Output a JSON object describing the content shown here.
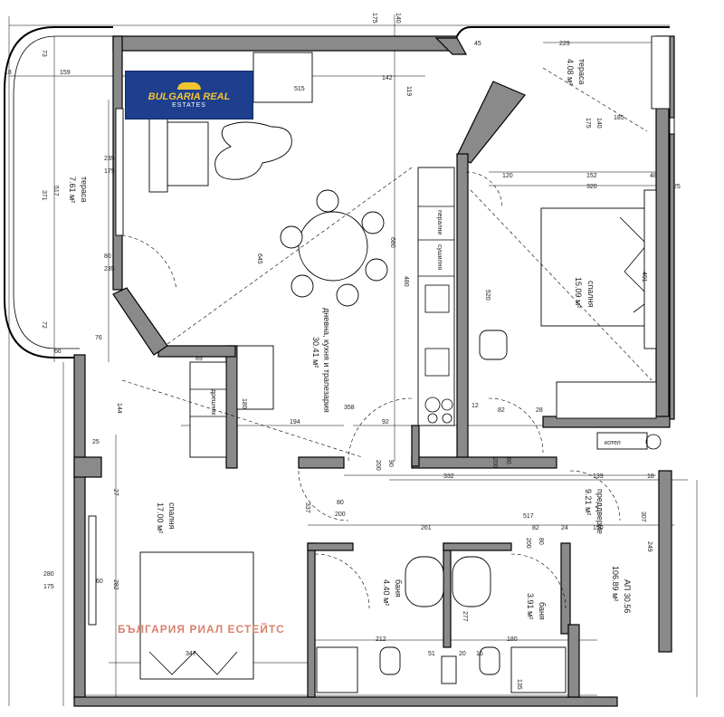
{
  "logo": {
    "line1": "BULGARIA REAL",
    "line2": "ESTATES"
  },
  "watermark": "БЪЛГАРИЯ РИАЛ ЕСТЕЙТС",
  "rooms": {
    "living": {
      "name": "дневна, кухня и трапезария",
      "area": "30.41 м²"
    },
    "bedroom_top": {
      "name": "спалня",
      "area": "15.09 м²"
    },
    "bedroom_bottom": {
      "name": "спалня",
      "area": "17.00 м²"
    },
    "terrace_left": {
      "name": "тераса",
      "area": "7.61 м²"
    },
    "terrace_top": {
      "name": "тераса",
      "area": "4.08 м²"
    },
    "corridor": {
      "name": "преддверие",
      "area": "9.21 м²"
    },
    "bath1": {
      "name": "баня",
      "area": "4.40 м²"
    },
    "bath2": {
      "name": "баня",
      "area": "3.91 м²"
    },
    "apartment": {
      "name": "АП 30.56",
      "area": "106.89 м²"
    }
  },
  "labels": {
    "wardrobe": "дрешник",
    "pantry1": "перални",
    "pantry2": "сушилня",
    "boiler": "котел"
  },
  "dims": {
    "d175a": "175",
    "d140a": "140",
    "d73": "73",
    "d159": "159",
    "d18": "18",
    "d235a": "235",
    "d175b": "175",
    "d371": "371",
    "d517a": "517",
    "d80a": "80",
    "d235b": "235",
    "d72": "72",
    "d66": "66",
    "d76": "76",
    "d229": "229",
    "d45": "45",
    "d142": "142",
    "d119": "119",
    "d515": "515",
    "d645": "645",
    "d680": "680",
    "d480": "480",
    "d520": "520",
    "d89": "89",
    "d180": "180",
    "d194": "194",
    "d358": "358",
    "d92": "92",
    "d200a": "200",
    "d90": "90",
    "d200b": "200",
    "d80b": "80",
    "d12": "12",
    "d82": "82",
    "d28": "28",
    "d120": "120",
    "d152": "152",
    "d48": "48",
    "d320": "320",
    "d25": "25",
    "d401": "401",
    "d140b": "140",
    "d175c": "175",
    "d185": "185",
    "d332": "332",
    "d139": "139",
    "d18b": "18",
    "d144": "144",
    "d25b": "25",
    "d27": "27",
    "d337": "337",
    "d80c": "80",
    "d200c": "200",
    "d261": "261",
    "d517b": "517",
    "d82b": "82",
    "d24": "24",
    "d150": "150",
    "d307": "307",
    "d80d": "80",
    "d200d": "200",
    "d249": "249",
    "d280": "280",
    "d175d": "175",
    "d60": "60",
    "d282": "282",
    "d347": "347",
    "d212": "212",
    "d51": "51",
    "d20": "20",
    "d180b": "180",
    "d16": "16",
    "d277": "277",
    "d135": "135"
  }
}
